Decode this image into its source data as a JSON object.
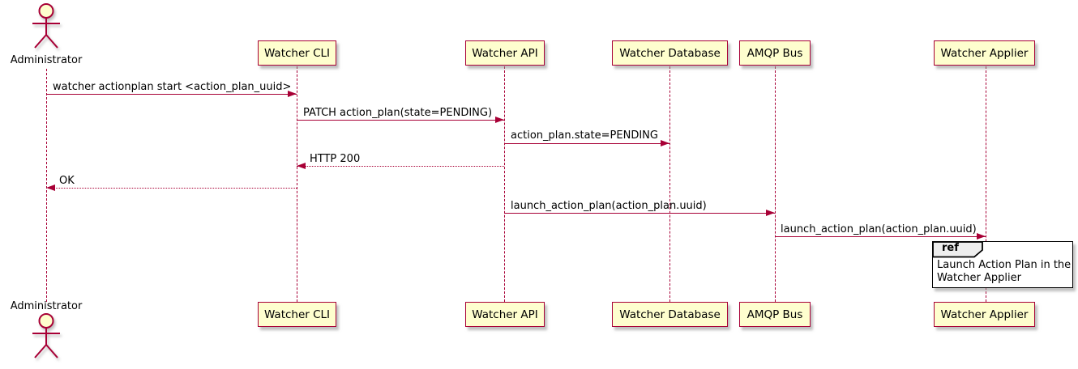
{
  "diagram_type": "sequence",
  "actor": {
    "name": "Administrator"
  },
  "participants": [
    {
      "label": "Watcher CLI"
    },
    {
      "label": "Watcher API"
    },
    {
      "label": "Watcher Database"
    },
    {
      "label": "AMQP Bus"
    },
    {
      "label": "Watcher Applier"
    }
  ],
  "messages": [
    {
      "from": "Administrator",
      "to": "Watcher CLI",
      "label": "watcher actionplan start <action_plan_uuid>",
      "line": "solid",
      "direction": "right"
    },
    {
      "from": "Watcher CLI",
      "to": "Watcher API",
      "label": "PATCH action_plan(state=PENDING)",
      "line": "solid",
      "direction": "right"
    },
    {
      "from": "Watcher API",
      "to": "Watcher Database",
      "label": "action_plan.state=PENDING",
      "line": "solid",
      "direction": "right"
    },
    {
      "from": "Watcher API",
      "to": "Watcher CLI",
      "label": "HTTP 200",
      "line": "dotted",
      "direction": "left"
    },
    {
      "from": "Watcher CLI",
      "to": "Administrator",
      "label": "OK",
      "line": "dotted",
      "direction": "left"
    },
    {
      "from": "Watcher API",
      "to": "AMQP Bus",
      "label": "launch_action_plan(action_plan.uuid)",
      "line": "solid",
      "direction": "right"
    },
    {
      "from": "AMQP Bus",
      "to": "Watcher Applier",
      "label": "launch_action_plan(action_plan.uuid)",
      "line": "solid",
      "direction": "right"
    }
  ],
  "ref": {
    "keyword": "ref",
    "lines": [
      "Launch Action Plan in the",
      "Watcher Applier"
    ]
  },
  "colors": {
    "accent": "#A80036",
    "participant_fill": "#FEFECE",
    "ref_header_fill": "#EEEEEE",
    "ref_border": "#000000",
    "background": "#FFFFFF",
    "text": "#000000"
  }
}
